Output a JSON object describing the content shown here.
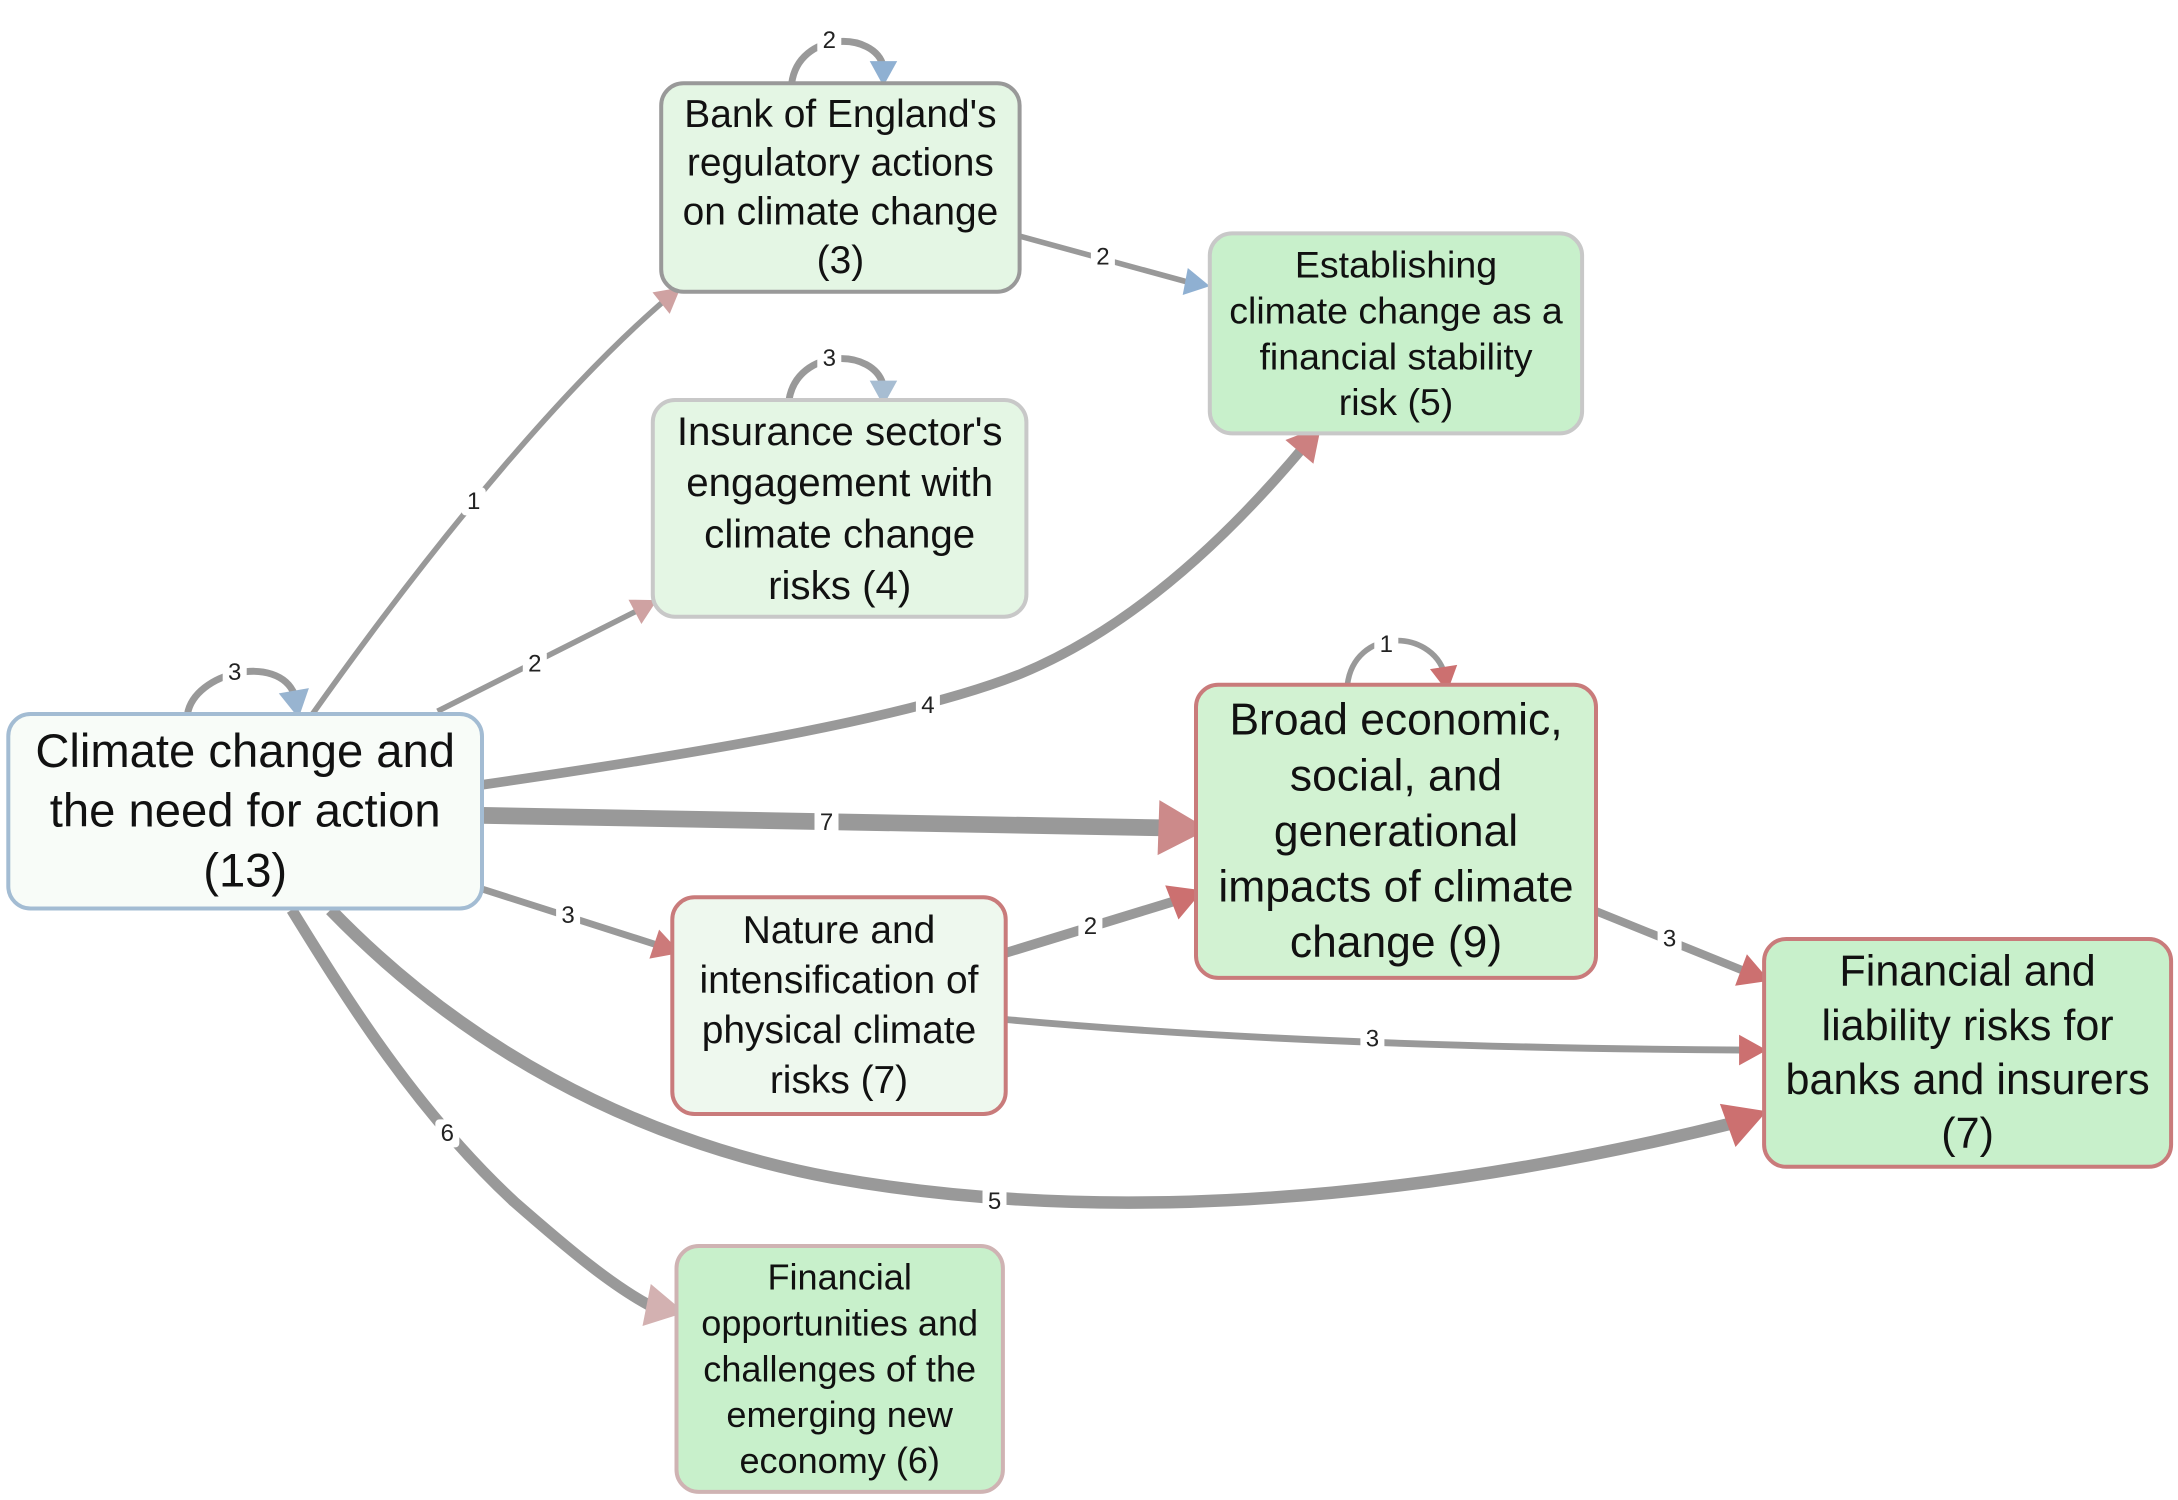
{
  "nodes": [
    {
      "id": "climate",
      "lines": [
        "Climate change and",
        "the need for action",
        "(13)"
      ],
      "fill": "#f8fcf8",
      "stroke": "#a3bcd3"
    },
    {
      "id": "boe",
      "lines": [
        "Bank of England's",
        "regulatory actions",
        "on climate change",
        "(3)"
      ],
      "fill": "#e4f6e4",
      "stroke": "#999999"
    },
    {
      "id": "insurance",
      "lines": [
        "Insurance sector's",
        "engagement with",
        "climate change",
        "risks (4)"
      ],
      "fill": "#e4f6e4",
      "stroke": "#c8c8c8"
    },
    {
      "id": "stability",
      "lines": [
        "Establishing",
        "climate change as a",
        "financial stability",
        "risk (5)"
      ],
      "fill": "#c8f0cb",
      "stroke": "#c8c8c8"
    },
    {
      "id": "broad",
      "lines": [
        "Broad economic,",
        "social, and",
        "generational",
        "impacts of climate",
        "change (9)"
      ],
      "fill": "#d2f2d2",
      "stroke": "#c97b7b"
    },
    {
      "id": "nature",
      "lines": [
        "Nature and",
        "intensification of",
        "physical climate",
        "risks (7)"
      ],
      "fill": "#eef8ee",
      "stroke": "#c97b7b"
    },
    {
      "id": "liability",
      "lines": [
        "Financial and",
        "liability risks for",
        "banks and insurers",
        "(7)"
      ],
      "fill": "#c8f0cb",
      "stroke": "#c97b7b"
    },
    {
      "id": "opportunities",
      "lines": [
        "Financial",
        "opportunities and",
        "challenges of the",
        "emerging new",
        "economy (6)"
      ],
      "fill": "#c8f0cb",
      "stroke": "#cfb3b3"
    }
  ],
  "edges": [
    {
      "from": "climate",
      "to": "boe",
      "weight": "1",
      "arrow_color": "#cfa2a2"
    },
    {
      "from": "climate",
      "to": "insurance",
      "weight": "2",
      "arrow_color": "#cfa2a2"
    },
    {
      "from": "climate",
      "to": "stability",
      "weight": "4",
      "arrow_color": "#cc8080"
    },
    {
      "from": "climate",
      "to": "broad",
      "weight": "7",
      "arrow_color": "#cc8a8a"
    },
    {
      "from": "climate",
      "to": "nature",
      "weight": "3",
      "arrow_color": "#cc7a7a"
    },
    {
      "from": "climate",
      "to": "liability",
      "weight": "5",
      "arrow_color": "#cc7070"
    },
    {
      "from": "climate",
      "to": "opportunities",
      "weight": "6",
      "arrow_color": "#d3b1b1"
    },
    {
      "from": "boe",
      "to": "stability",
      "weight": "2",
      "arrow_color": "#8fb0d2"
    },
    {
      "from": "nature",
      "to": "broad",
      "weight": "2",
      "arrow_color": "#cc7070"
    },
    {
      "from": "nature",
      "to": "liability",
      "weight": "3",
      "arrow_color": "#cc7070"
    },
    {
      "from": "broad",
      "to": "liability",
      "weight": "3",
      "arrow_color": "#cc7070"
    },
    {
      "from": "climate",
      "to": "climate",
      "weight": "3",
      "arrow_color": "#98b4d0"
    },
    {
      "from": "boe",
      "to": "boe",
      "weight": "2",
      "arrow_color": "#8fb0d2"
    },
    {
      "from": "insurance",
      "to": "insurance",
      "weight": "3",
      "arrow_color": "#a7bdd2"
    },
    {
      "from": "broad",
      "to": "broad",
      "weight": "1",
      "arrow_color": "#cc7070"
    }
  ]
}
